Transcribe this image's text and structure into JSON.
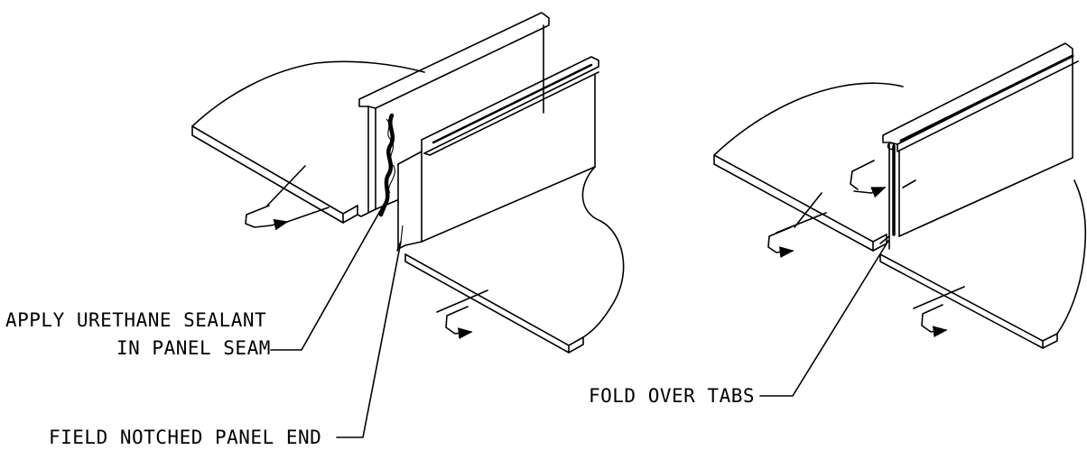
{
  "callouts": {
    "sealant_line1": "APPLY URETHANE SEALANT",
    "sealant_line2": "IN PANEL SEAM",
    "notched_end": "FIELD NOTCHED PANEL END",
    "fold_tabs": "FOLD OVER TABS"
  },
  "colors": {
    "line": "#000000",
    "background": "#ffffff"
  }
}
